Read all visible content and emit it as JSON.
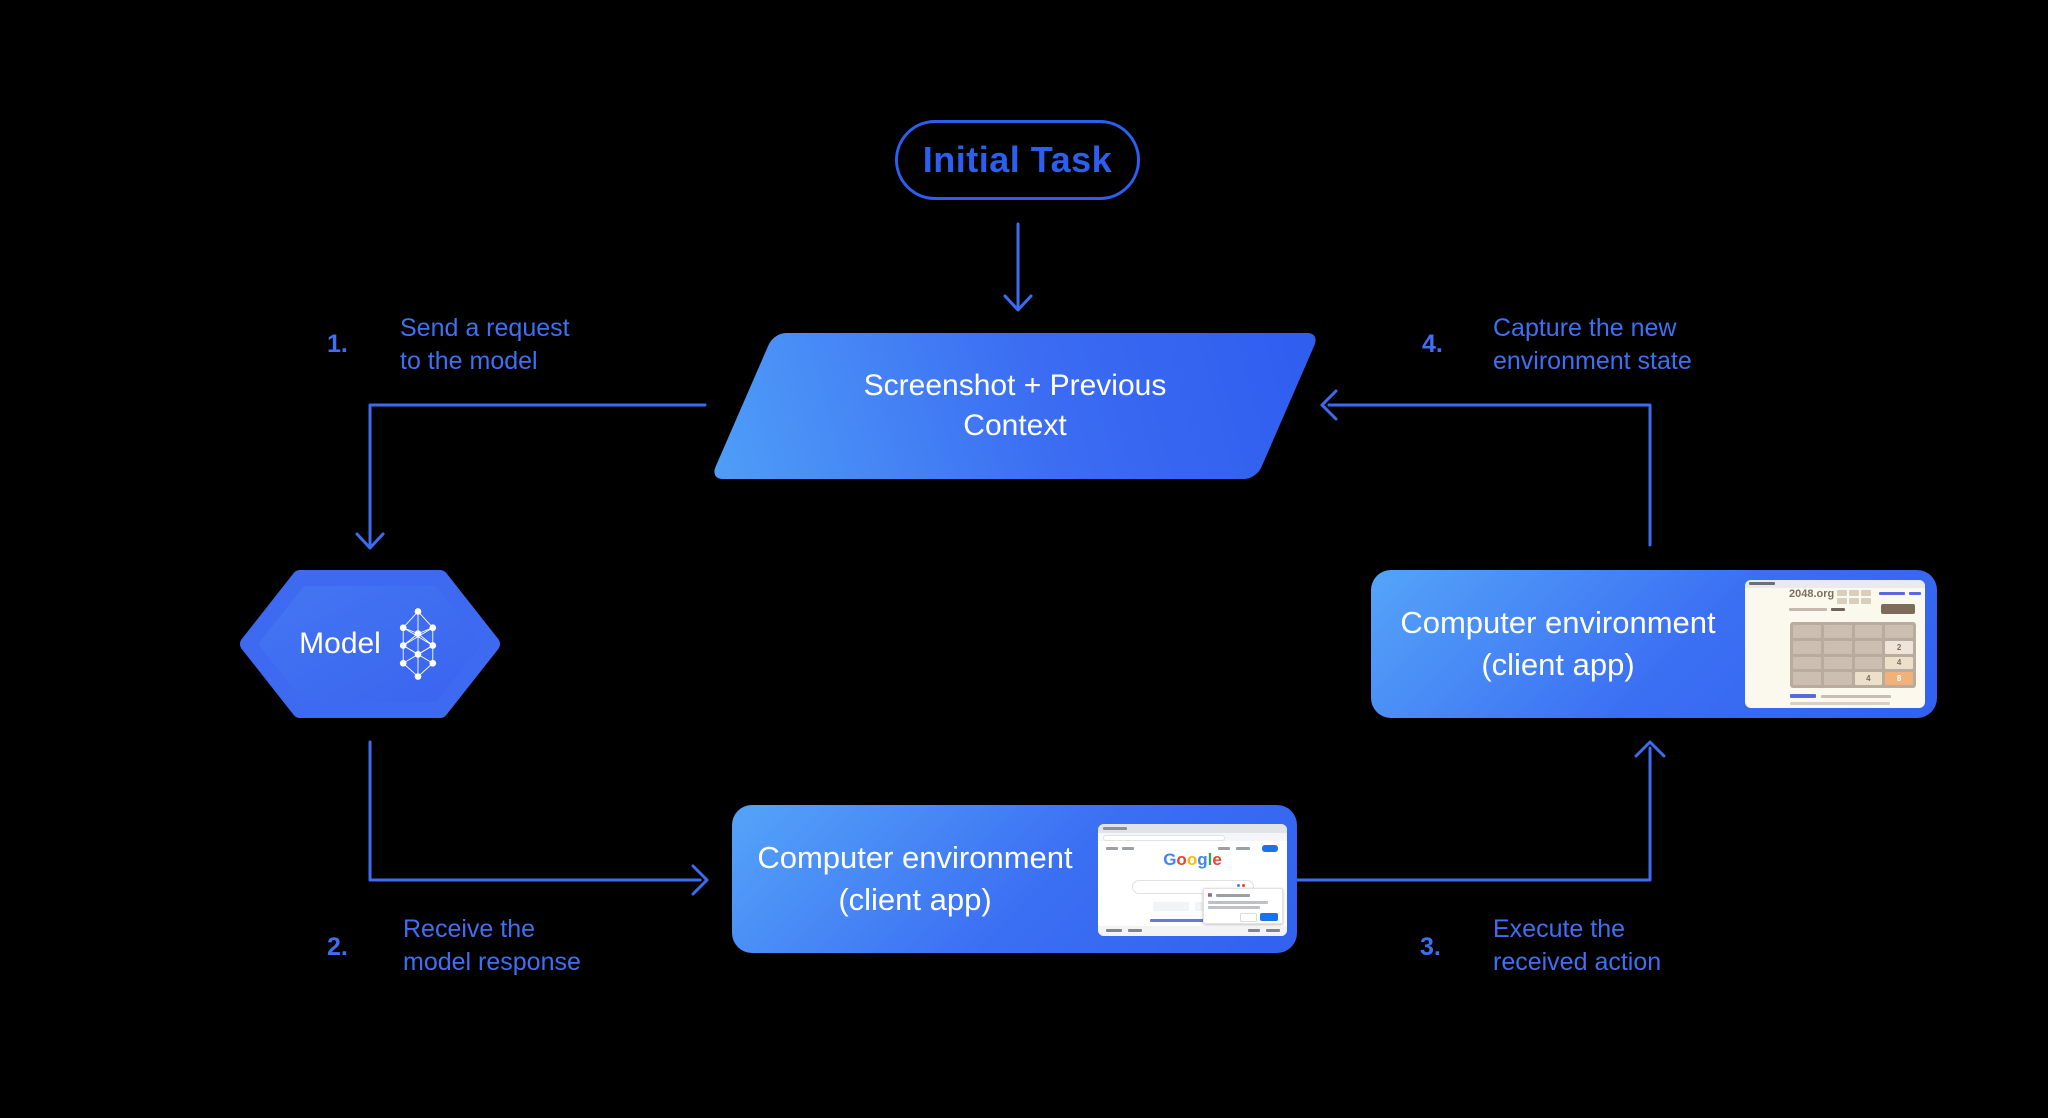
{
  "colors": {
    "background": "#000000",
    "line_blue": "#3c6cf0",
    "label_blue": "#3f6ff2",
    "pill_blue": "#2c5ef0",
    "shape_gradient_light": "#4fa0f8",
    "shape_gradient_dark": "#3161ef",
    "text_white": "#ffffff"
  },
  "nodes": {
    "initial_task": {
      "label": "Initial Task"
    },
    "screenshot_context": {
      "line1": "Screenshot + Previous",
      "line2": "Context"
    },
    "model": {
      "label": "Model"
    },
    "env_bottom": {
      "line1": "Computer environment",
      "line2": "(client app)"
    },
    "env_top": {
      "line1": "Computer environment",
      "line2": "(client app)"
    }
  },
  "steps": [
    {
      "number": "1.",
      "line1": "Send a request",
      "line2": "to the model"
    },
    {
      "number": "2.",
      "line1": "Receive the",
      "line2": "model response"
    },
    {
      "number": "3.",
      "line1": "Execute the",
      "line2": "received action"
    },
    {
      "number": "4.",
      "line1": "Capture the new",
      "line2": "environment state"
    }
  ],
  "thumbnails": {
    "google_home": {
      "logo_letters": [
        "G",
        "o",
        "o",
        "g",
        "l",
        "e"
      ]
    },
    "game_2048": {
      "site_title": "2048.org",
      "tiles": [
        {
          "value": "2"
        },
        {
          "value": "4"
        },
        {
          "value": "4"
        },
        {
          "value": "8"
        }
      ]
    }
  }
}
